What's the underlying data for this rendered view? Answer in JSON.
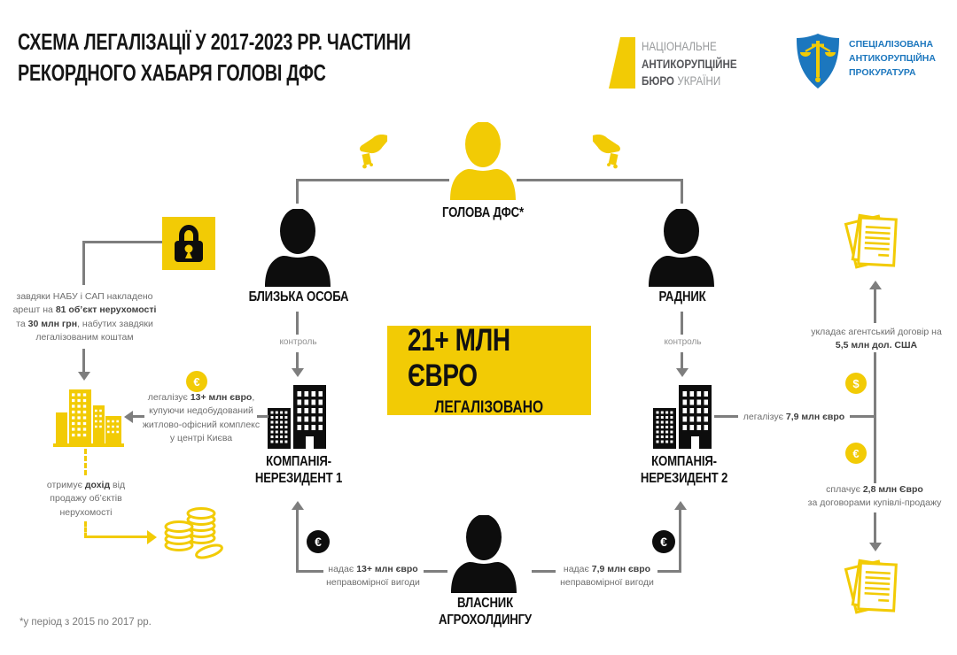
{
  "colors": {
    "yellow": "#F2CB05",
    "black": "#0D0D0D",
    "gray-line": "#7E7E7E",
    "gray-text": "#6E6E6E",
    "gray-text-bold": "#3F3F3F",
    "nabu-gray": "#97999B",
    "nabu-dark": "#55565A",
    "sap-blue": "#1C77BE",
    "title": "#161616"
  },
  "header": {
    "title": [
      "СХЕМА ЛЕГАЛІЗАЦІЇ У 2017-2023 РР. ЧАСТИНИ",
      "РЕКОРДНОГО ХАБАРЯ ГОЛОВІ ДФС"
    ],
    "nabu": {
      "line1": "НАЦІОНАЛЬНЕ",
      "line2": "АНТИКОРУПЦІЙНЕ",
      "line3_bold": "БЮРО",
      "line3_light": "УКРАЇНИ"
    },
    "sap": {
      "line1": "СПЕЦІАЛІЗОВАНА",
      "line2": "АНТИКОРУПЦІЙНА",
      "line3": "ПРОКУРАТУРА"
    }
  },
  "nodes": {
    "head_dfs": "ГОЛОВА ДФС*",
    "close_person": "БЛИЗЬКА ОСОБА",
    "advisor": "РАДНИК",
    "company1": [
      "КОМПАНІЯ-",
      "НЕРЕЗИДЕНТ 1"
    ],
    "company2": [
      "КОМПАНІЯ-",
      "НЕРЕЗИДЕНТ 2"
    ],
    "agro_owner": [
      "ВЛАСНИК",
      "АГРОХОЛДИНГУ"
    ]
  },
  "center_box": {
    "amount": "21+ МЛН ЄВРО",
    "caption": "ЛЕГАЛІЗОВАНО"
  },
  "labels": {
    "control_left": "контроль",
    "control_right": "контроль"
  },
  "currency": {
    "euro": "€",
    "dollar": "$"
  },
  "annotations": {
    "arrest": [
      [
        {
          "t": "завдяки НАБУ і САП накладено"
        }
      ],
      [
        {
          "t": "арешт на "
        },
        {
          "t": "81 об’єкт нерухомості",
          "b": true
        }
      ],
      [
        {
          "t": "та "
        },
        {
          "t": "30 млн грн",
          "b": true
        },
        {
          "t": ", набутих завдяки"
        }
      ],
      [
        {
          "t": "легалізованим коштам"
        }
      ]
    ],
    "legalize13": [
      [
        {
          "t": "легалізує "
        },
        {
          "t": "13+ млн євро",
          "b": true
        },
        {
          "t": ","
        }
      ],
      [
        {
          "t": "купуючи недобудований"
        }
      ],
      [
        {
          "t": "житлово-офісний комплекс"
        }
      ],
      [
        {
          "t": "у центрі Києва"
        }
      ]
    ],
    "income": [
      [
        {
          "t": "отримує "
        },
        {
          "t": "дохід",
          "b": true
        },
        {
          "t": " від"
        }
      ],
      [
        {
          "t": "продажу об’єктів"
        }
      ],
      [
        {
          "t": "нерухомості"
        }
      ]
    ],
    "provide13": [
      [
        {
          "t": "надає "
        },
        {
          "t": "13+ млн євро",
          "b": true
        }
      ],
      [
        {
          "t": "неправомірної вигоди"
        }
      ]
    ],
    "provide79": [
      [
        {
          "t": "надає "
        },
        {
          "t": "7,9 млн євро",
          "b": true
        }
      ],
      [
        {
          "t": "неправомірної вигоди"
        }
      ]
    ],
    "legalize79": [
      [
        {
          "t": "легалізує "
        },
        {
          "t": "7,9 млн євро",
          "b": true
        }
      ]
    ],
    "agent_contract": [
      [
        {
          "t": "укладає агентський договір на"
        }
      ],
      [
        {
          "t": "5,5 млн дол. США",
          "b": true
        }
      ]
    ],
    "pays": [
      [
        {
          "t": "сплачує "
        },
        {
          "t": "2,8 млн Євро",
          "b": true
        }
      ],
      [
        {
          "t": "за договорами купівлі-продажу"
        }
      ]
    ]
  },
  "footnote": "*у період з 2015 по 2017 рр."
}
